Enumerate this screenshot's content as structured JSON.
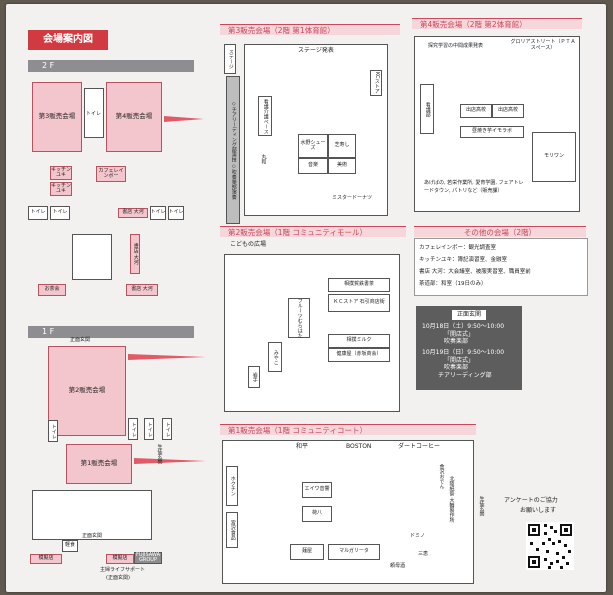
{
  "title": "会場案内図",
  "floors": {
    "f2": "2 F",
    "f1": "1 F"
  },
  "overview_2f": {
    "hall3": "第3販売会場",
    "hall4": "第4販売会場",
    "toilet1": "トイレ",
    "toilet2": "トイレ",
    "toilet3": "トイレ",
    "toilet4": "トイレ",
    "toilet5": "トイレ",
    "kitchen1": "キッチンユキ",
    "kitchen2": "キッチンユキ",
    "cafe": "カフェレインボー",
    "bookstore1": "書店 大河",
    "bookstore2": "書店 大河",
    "bookstore3": "書店 大河",
    "tea": "お茶会"
  },
  "overview_1f": {
    "hall2": "第2販売会場",
    "hall1": "第1販売会場",
    "toilet1": "トイレ",
    "toilet2": "トイレ",
    "toilet3": "トイレ",
    "toilet4": "トイレ",
    "entrance": "正面玄関",
    "east_entrance": "生徒玄関",
    "main_entrance": "正面玄関",
    "meal": "軽食",
    "shop1": "模擬店",
    "shop2": "模擬店",
    "fujisawa": "FUJISAWA GROUP",
    "life_support": "主婦ライフサポート",
    "life_support_sub": "(正面玄関)"
  },
  "hall3": {
    "header": "第3販売会場（2階 第1体育館）",
    "stage_label": "ステージ",
    "stage_title": "ステージ発表",
    "side_label": "◇チアリーディング部演技 ◇吹奏楽部演奏",
    "nursing": "看護介護ベース",
    "kc": "KCストア",
    "pair": "丸和",
    "mizuno": "水野シューズ",
    "shuuen": "芝寿し",
    "music": "音楽",
    "dance": "美術",
    "misterdonut": "ミスタードーナツ"
  },
  "hall4": {
    "header": "第4販売会場（2階 第2体育館）",
    "groria": "グロリアストリート（ＰＴＡスペース）",
    "tankyu": "探究学習の中間成果発表",
    "kangoka": "看護部",
    "idehi1": "出店高校",
    "idehi2": "出店高校",
    "imo": "昼焼き芋イモラボ",
    "morinn": "モリワン",
    "ageba": "あげばの, 若栄作業所, 愛育学園, フェアトレードタウン, パトリなど（販売課）"
  },
  "hall2": {
    "header": "第2販売会場（1階 コミュニティモール）",
    "kodomo": "こどもの広場",
    "fruit": "フルーツむらはた",
    "miyakko": "みやこ",
    "iwate": "岩手",
    "tobu": "相撲賀鉄書茶",
    "kc2": "ＫＣストア 石引商店街",
    "milk": "相撲ミルク",
    "kenko": "健康屋（赤坂商会）"
  },
  "other": {
    "header": "その他の会場（2階）",
    "rows": [
      {
        "k": "カフェレインボー",
        "v": "：観光調査室"
      },
      {
        "k": "キッチンユキ",
        "v": "：簿記演習室、金融室"
      },
      {
        "k": "書店 大河",
        "v": "：大会議室、被服実習室、職員室前"
      },
      {
        "k": "茶道部",
        "v": "：和室（19日のみ）"
      }
    ]
  },
  "sign": {
    "title": "正面玄関",
    "d1": "10月18日（土）9:50～10:00",
    "d1a": "「開店式」",
    "d1b": "吹奏楽部",
    "d2": "10月19日（日）9:50～10:00",
    "d2a": "「開店式」",
    "d2b": "吹奏楽部",
    "d2c": "チアリーディング部"
  },
  "hall1": {
    "header": "第1販売会場（1階 コミュニティコート）",
    "wahira": "和平",
    "boston": "BOSTON",
    "dart": "ダートコーヒー",
    "hokuchin": "ホクチン",
    "ebisu": "エイワ音響",
    "kaihatsu": "荷八",
    "kuromaru": "宮沢食品",
    "kaitei": "ドミノ",
    "sanko": "三恵",
    "hall": "頼母酒",
    "maru": "マルガリータ",
    "gorilla": "麺屋",
    "oden": "金沢おでん",
    "kitaguni": "北陸紙祭 大輪製作所",
    "seito": "生徒玄関"
  },
  "survey": {
    "line1": "アンケートのご協力",
    "line2": "お願いします"
  },
  "colors": {
    "accent": "#c9485b",
    "pink": "#f2c6cc"
  }
}
